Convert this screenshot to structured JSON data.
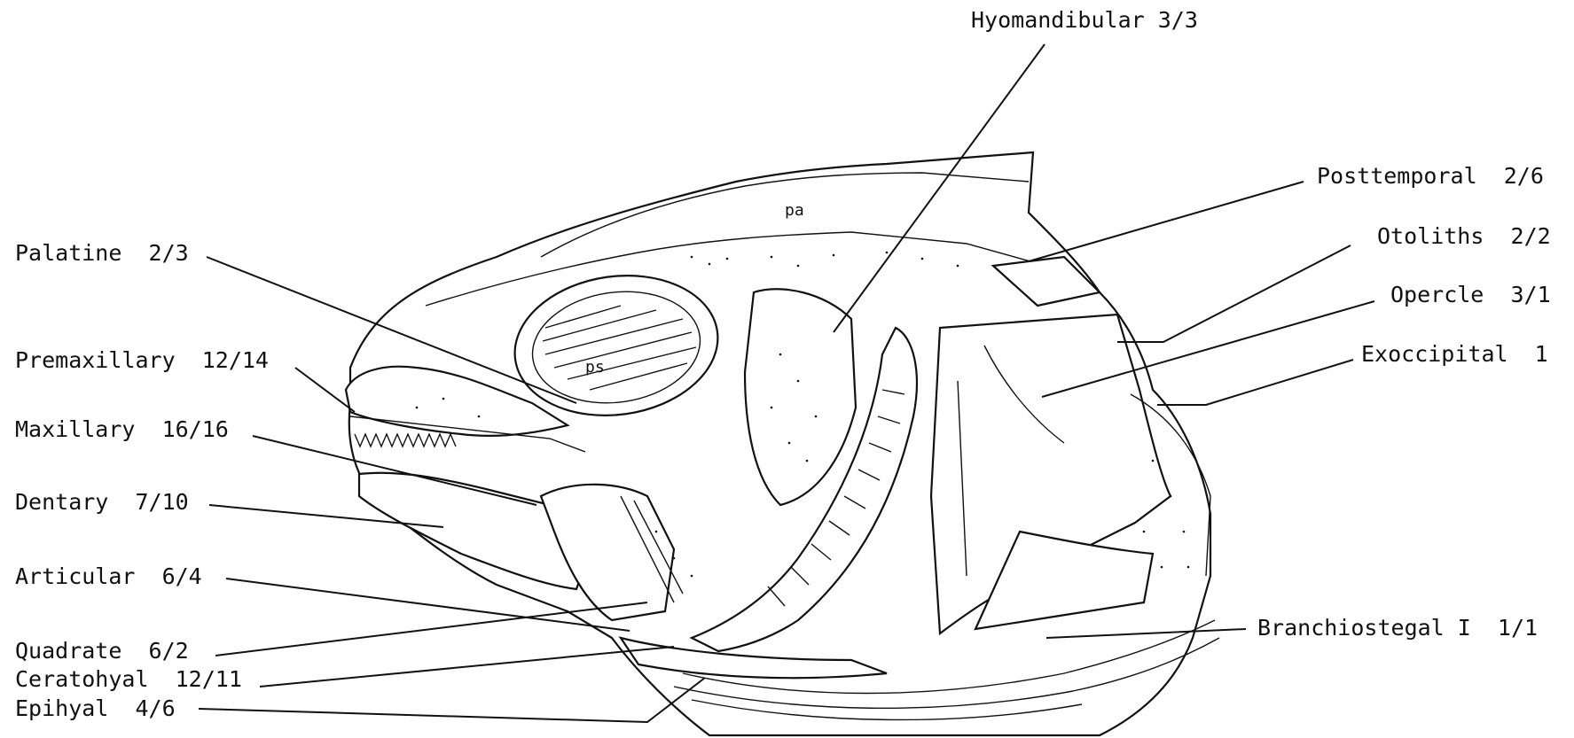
{
  "labels": {
    "hyomandibular": "Hyomandibular 3/3",
    "posttemporal": "Posttemporal  2/6",
    "otoliths": "Otoliths  2/2",
    "opercle": "Opercle  3/1",
    "exoccipital": "Exoccipital  1",
    "palatine": "Palatine  2/3",
    "premaxillary": "Premaxillary  12/14",
    "maxillary": "Maxillary  16/16",
    "dentary": "Dentary  7/10",
    "articular": "Articular  6/4",
    "quadrate": "Quadrate  6/2",
    "ceratohyal": "Ceratohyal  12/11",
    "epihyal": "Epihyal  4/6",
    "branchiostegal": "Branchiostegal I  1/1",
    "parietal_mark": "pa",
    "parasphenoid_mark": "ps"
  }
}
